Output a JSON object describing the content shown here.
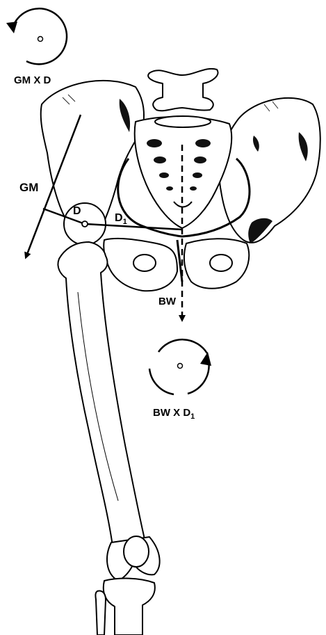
{
  "labels": {
    "moment_gm": "GM X D",
    "gluteus_medius": "GM",
    "lever_arm_d": "D",
    "lever_arm_d1_base": "D",
    "lever_arm_d1_sub": "1",
    "body_weight": "BW",
    "moment_bw_base": "BW X D",
    "moment_bw_sub": "1"
  },
  "colors": {
    "ink": "#000000",
    "paper": "#ffffff"
  }
}
